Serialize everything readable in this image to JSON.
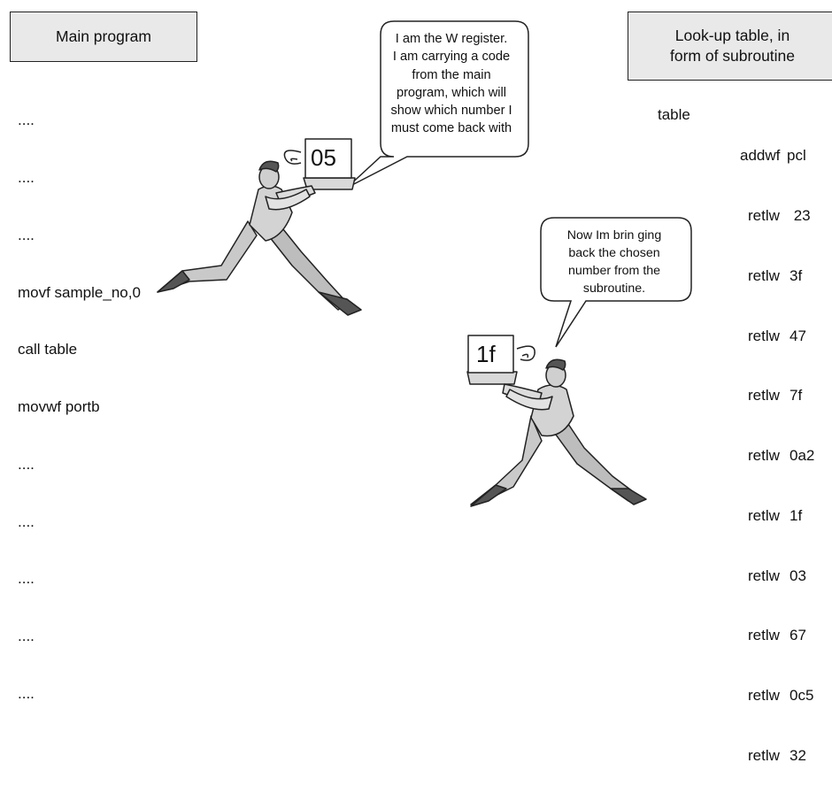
{
  "main_program": {
    "title": "Main program",
    "lines": [
      "....",
      "....",
      "....",
      "movf sample_no,0",
      "call table",
      "movwf portb",
      "....",
      "....",
      "....",
      "....",
      "...."
    ]
  },
  "lookup_table": {
    "title_line1": "Look-up table, in",
    "title_line2": "form of subroutine",
    "label": "table",
    "rows": [
      {
        "op": "addwf",
        "arg": "pcl"
      },
      {
        "op": "retlw",
        "arg": " 23"
      },
      {
        "op": "retlw",
        "arg": "3f"
      },
      {
        "op": "retlw",
        "arg": "47"
      },
      {
        "op": "retlw",
        "arg": "7f"
      },
      {
        "op": "retlw",
        "arg": "0a2"
      },
      {
        "op": "retlw",
        "arg": "1f"
      },
      {
        "op": "retlw",
        "arg": "03"
      },
      {
        "op": "retlw",
        "arg": "67"
      },
      {
        "op": "retlw",
        "arg": "0c5"
      },
      {
        "op": "retlw",
        "arg": "32"
      }
    ]
  },
  "bubble_w_register": {
    "lines": [
      "I am the W register.",
      "I am carrying a code",
      "from the main",
      "program, which will",
      "show which number I",
      "must come back with"
    ]
  },
  "bubble_return": {
    "lines": [
      "Now Im brin ging",
      "back the chosen",
      "number from the",
      "subroutine."
    ]
  },
  "card_sent": "05",
  "card_returned": "1f"
}
